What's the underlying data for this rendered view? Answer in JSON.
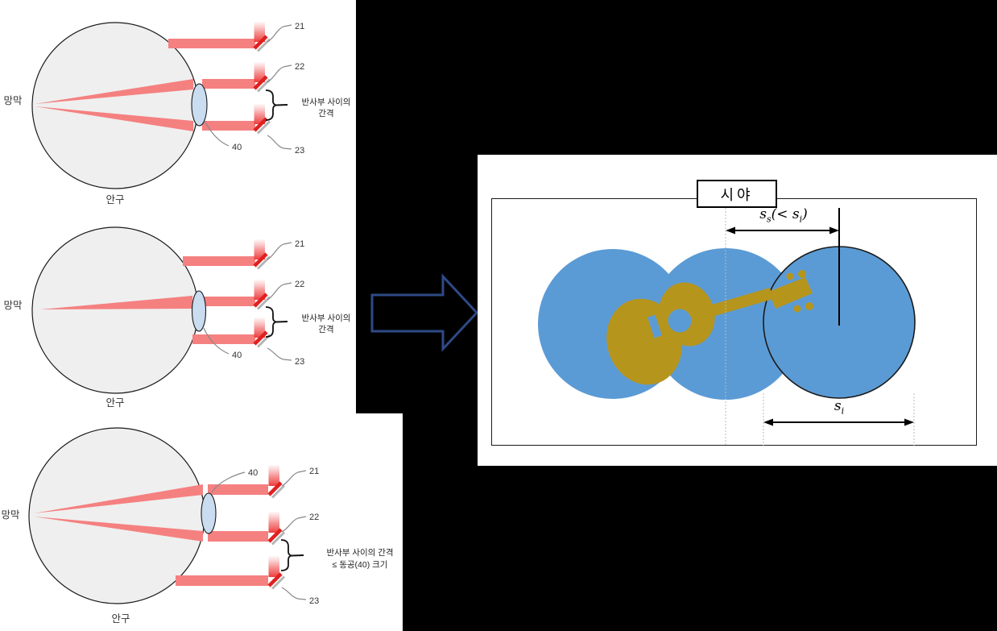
{
  "colors": {
    "background": "#000000",
    "panel_bg": "#ffffff",
    "eye_fill": "#efefef",
    "lens_fill": "#c9dcf0",
    "beam_red": "#f58080",
    "beam_strong": "#ee3b3b",
    "mirror_red": "#e02020",
    "mirror_shadow": "#b5b5b5",
    "circle_blue": "#5b9bd5",
    "guitar_gold": "#b6951d",
    "arrow_outline": "#2e4a86"
  },
  "eye_panels": {
    "retina_label": "망막",
    "eyeball_label": "안구",
    "reflector_21": "21",
    "reflector_22": "22",
    "reflector_23": "23",
    "pupil_40": "40",
    "panel1_brace_line1": "반사부 사이의",
    "panel1_brace_line2": "간격",
    "panel2_brace_line1": "반사부 사이의",
    "panel2_brace_line2": "간격",
    "panel3_brace_line1": "반사부 사이의 간격",
    "panel3_brace_line2": "≤  동공(40) 크기"
  },
  "view_panel": {
    "title": "시야",
    "ss_label": {
      "s1": "s",
      "sub1": "s",
      "mid": "(< ",
      "s2": "s",
      "sub2": "i",
      "close": ")"
    },
    "si_label": {
      "s": "s",
      "sub": "i"
    }
  }
}
